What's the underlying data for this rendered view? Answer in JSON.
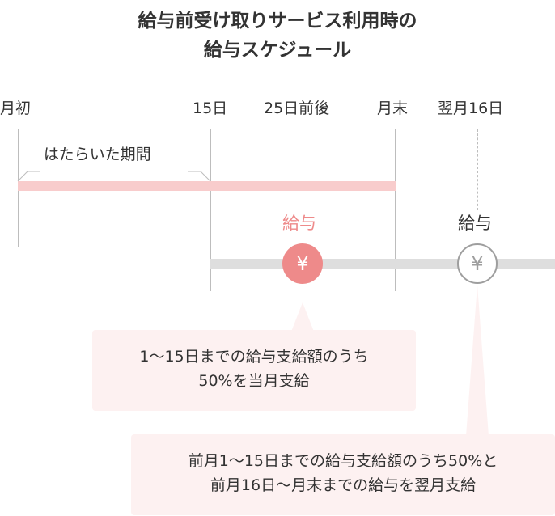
{
  "title": {
    "line1": "給与前受け取りサービス利用時の",
    "line2": "給与スケジュール"
  },
  "timeline": {
    "month_start": "月初",
    "day15": "15日",
    "around25": "25日前後",
    "month_end": "月末",
    "next_month16": "翌月16日"
  },
  "work_period_label": "はたらいた期間",
  "payments": [
    {
      "label": "給与",
      "icon": "yen-icon",
      "glyph": "¥",
      "color": "#ee8a8a"
    },
    {
      "label": "給与",
      "icon": "yen-icon",
      "glyph": "¥",
      "color": "#9e9e9e"
    }
  ],
  "callouts": [
    {
      "line1": "1〜15日までの給与支給額のうち",
      "line2": "50%を当月支給"
    },
    {
      "line1": "前月1〜15日までの給与支給額のうち50%と",
      "line2": "前月16日〜月末までの給与を翌月支給"
    }
  ],
  "colors": {
    "work_bar": "#f8cccc",
    "pay_bar": "#dedede",
    "accent": "#ee8a8a",
    "callout_bg": "#fdf1f1",
    "line": "#bdbdbd"
  }
}
